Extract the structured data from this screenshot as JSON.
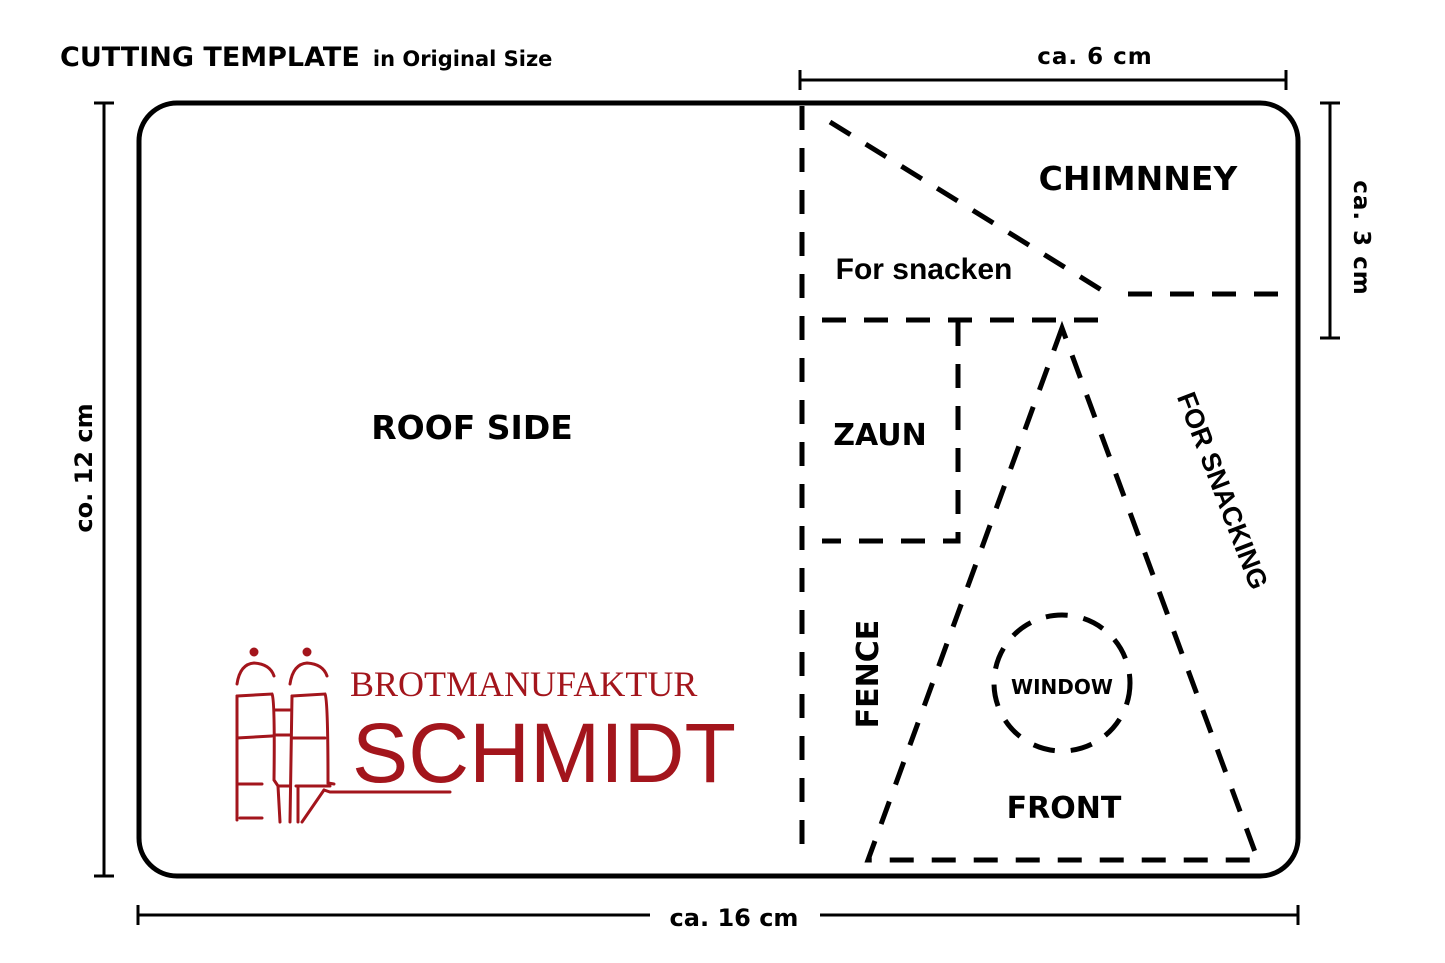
{
  "header": {
    "title": "CUTTING TEMPLATE",
    "subtitle": "in Original Size"
  },
  "dimensions": {
    "top_width": "ca. 6 cm",
    "right_height": "ca. 3 cm",
    "left_height": "co. 12 cm",
    "bottom_width": "ca. 16 cm"
  },
  "pieces": {
    "roof_side": "ROOF SIDE",
    "chimney": "CHIMNNEY",
    "chimney_note": "For snacken",
    "zaun": "ZAUN",
    "fence": "FENCE",
    "snacking_note": "FOR SNACKING",
    "window": "WINDOW",
    "front": "FRONT"
  },
  "brand": {
    "line1": "BROTMANUFAKTUR",
    "line2": "SCHMIDT",
    "color": "#a3151c"
  },
  "colors": {
    "outline": "#000000",
    "background": "#ffffff"
  }
}
